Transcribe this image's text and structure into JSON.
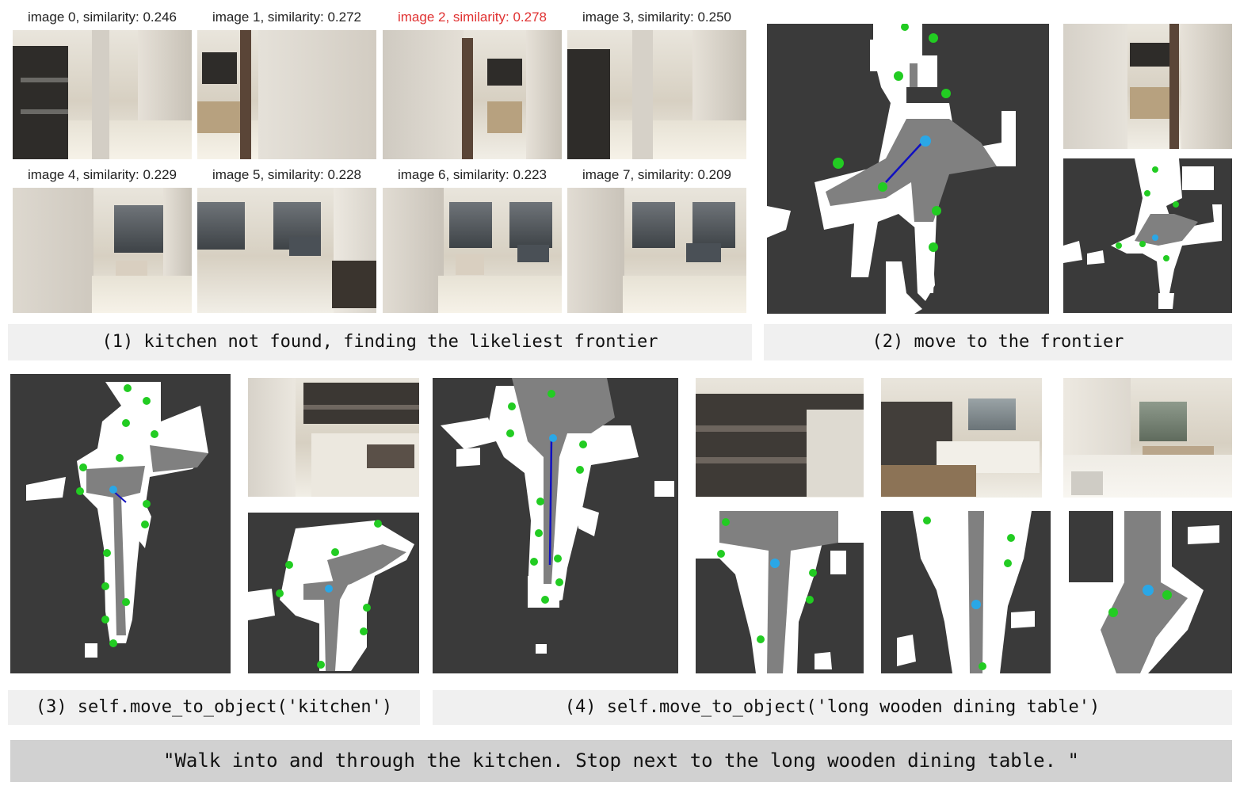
{
  "panel1": {
    "images": [
      {
        "label": "image 0, similarity: 0.246",
        "highlight": false,
        "scene": "shelf-hall"
      },
      {
        "label": "image 1, similarity: 0.272",
        "highlight": false,
        "scene": "door-kitchen"
      },
      {
        "label": "image 2, similarity: 0.278",
        "highlight": true,
        "scene": "door-kitchen"
      },
      {
        "label": "image 3, similarity: 0.250",
        "highlight": false,
        "scene": "shelf-hall"
      },
      {
        "label": "image 4, similarity: 0.229",
        "highlight": false,
        "scene": "bedroom"
      },
      {
        "label": "image 5, similarity: 0.228",
        "highlight": false,
        "scene": "bedroom"
      },
      {
        "label": "image 6, similarity: 0.223",
        "highlight": false,
        "scene": "bedroom"
      },
      {
        "label": "image 7, similarity: 0.209",
        "highlight": false,
        "scene": "bedroom"
      }
    ],
    "caption": "(1) kitchen not found, finding the likeliest frontier"
  },
  "panel2": {
    "caption": "(2) move to the frontier"
  },
  "panel3": {
    "caption": "(3) self.move_to_object('kitchen')"
  },
  "panel4": {
    "caption": "(4) self.move_to_object('long wooden dining table')"
  },
  "instruction": "\"Walk into and through the kitchen. Stop next to the long wooden dining table. \"",
  "colors": {
    "map_unknown": "#3a3a3a",
    "map_free": "#ffffff",
    "map_explored": "#808080",
    "frontier": "#22cc22",
    "agent": "#2aa7e6",
    "path": "#1010c0",
    "highlight": "#e03131",
    "caption_bg": "#f0f0f0",
    "instruction_bg": "#d1d1d1"
  }
}
